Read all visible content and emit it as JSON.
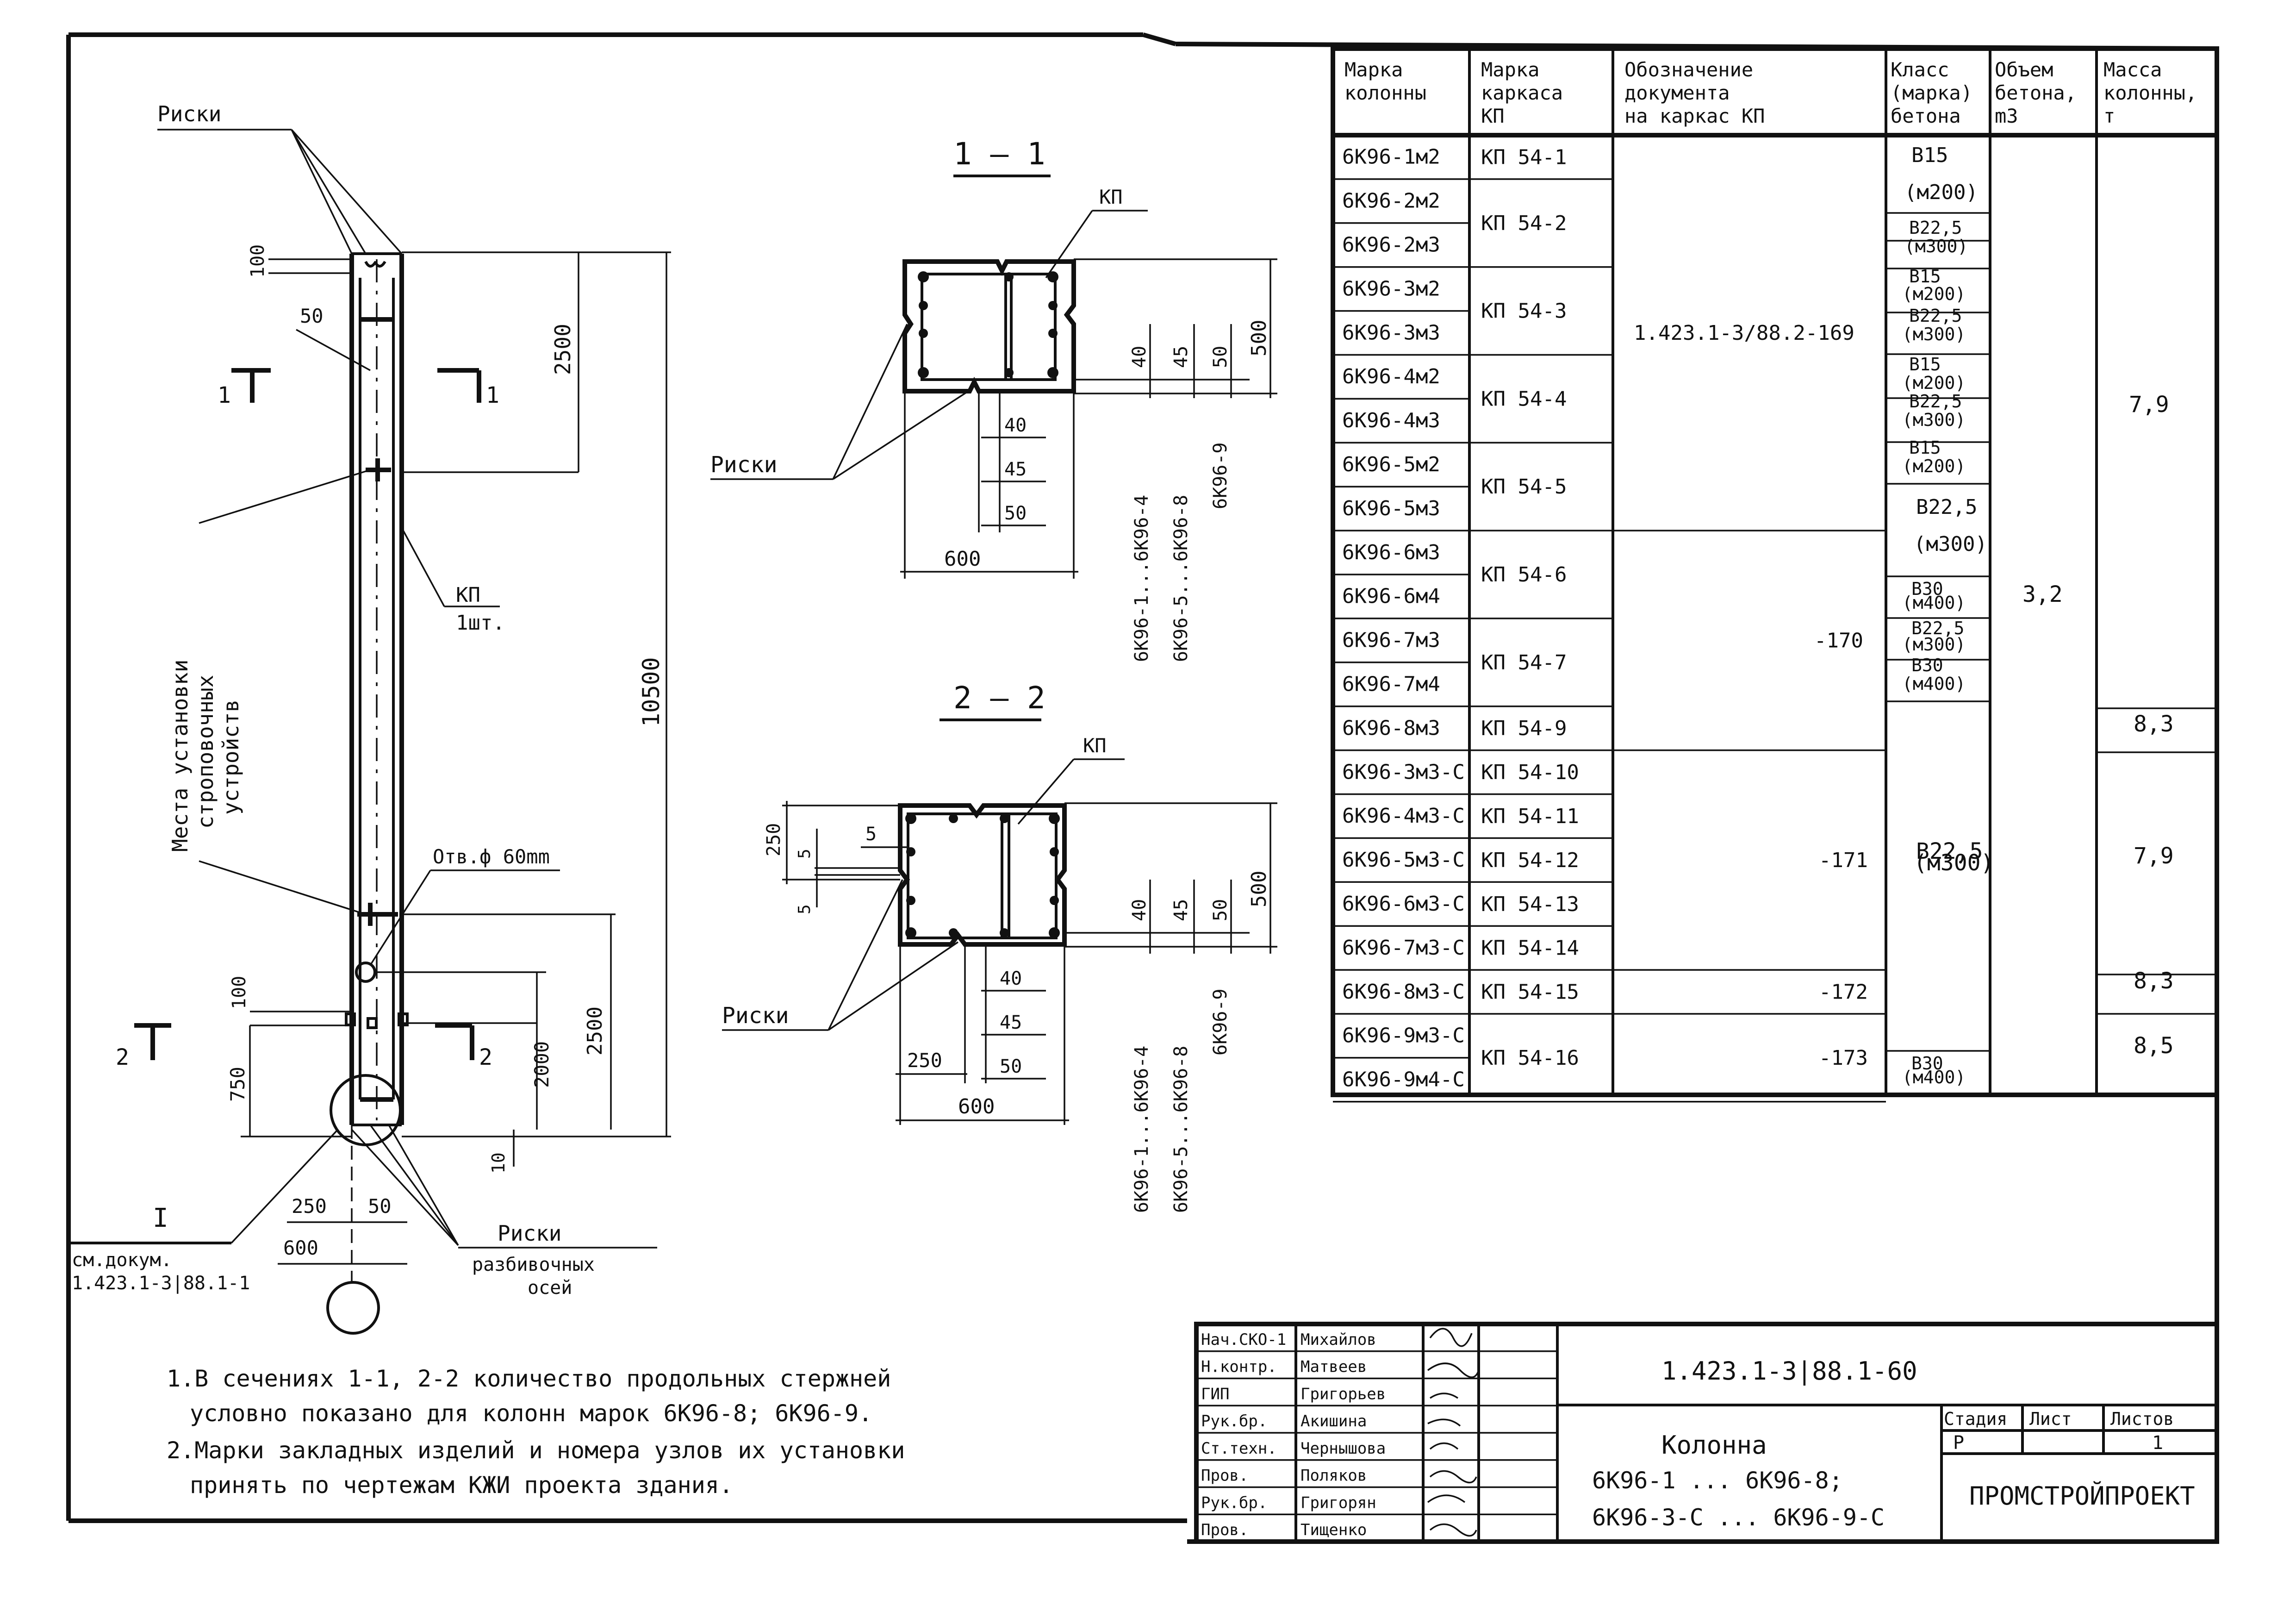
{
  "elevation": {
    "riski_top": "Риски",
    "dim_100_top": "100",
    "dim_50": "50",
    "dim_2500_top": "2500",
    "section_1": "1",
    "kp_label": "КП",
    "kp_qty": "1шт.",
    "dim_10500": "10500",
    "lifting_label": [
      "Места установки",
      "строповочных",
      "устройств"
    ],
    "hole_label": "Отв.ф 60mm",
    "dim_100_bottom": "100",
    "section_2": "2",
    "dim_750": "750",
    "dim_2000": "2000",
    "dim_2500_bottom": "2500",
    "dim_10": "10",
    "dim_250": "250",
    "dim_50_bottom": "50",
    "dim_600": "600",
    "node_mark": "I",
    "node_ref": [
      "см.докум.",
      "1.423.1-3|88.1-1"
    ],
    "riski_axes": [
      "Риски",
      "разбивочных",
      "осей"
    ]
  },
  "section_1_1": {
    "title": "1 – 1",
    "kp": "КП",
    "riski": "Риски",
    "dims_right": [
      "40",
      "45",
      "50",
      "500"
    ],
    "dims_below": [
      "40",
      "45",
      "50"
    ],
    "width": "600",
    "col_labels": [
      "6К96-1...6К96-4",
      "6К96-5...6К96-8",
      "6К96-9"
    ]
  },
  "section_2_2": {
    "title": "2 – 2",
    "kp": "КП",
    "riski": "Риски",
    "dim_250_left": "250",
    "dim_5_top": "5",
    "dim_5_a": "5",
    "dim_5_b": "5",
    "dims_right": [
      "40",
      "45",
      "50",
      "500"
    ],
    "dims_below": [
      "40",
      "45",
      "50"
    ],
    "dim_250_bottom": "250",
    "width": "600",
    "col_labels": [
      "6К96-1...6К96-4",
      "6К96-5...6К96-8",
      "6К96-9"
    ]
  },
  "table": {
    "headers": [
      [
        "Марка",
        "колонны"
      ],
      [
        "Марка",
        "каркаса",
        "КП"
      ],
      [
        "Обозначение",
        "документа",
        "на каркас КП"
      ],
      [
        "Класс",
        "(марка)",
        "бетона"
      ],
      [
        "Объем",
        "бетона,",
        "m3"
      ],
      [
        "Масса",
        "колонны,",
        "т"
      ]
    ],
    "col1": [
      "6К96-1м2",
      "6К96-2м2",
      "6К96-2м3",
      "6К96-3м2",
      "6К96-3м3",
      "6К96-4м2",
      "6К96-4м3",
      "6К96-5м2",
      "6К96-5м3",
      "6К96-6м3",
      "6К96-6м4",
      "6К96-7м3",
      "6К96-7м4",
      "6К96-8м3",
      "6К96-3м3-С",
      "6К96-4м3-С",
      "6К96-5м3-С",
      "6К96-6м3-С",
      "6К96-7м3-С",
      "6К96-8м3-С",
      "6К96-9м3-С",
      "6К96-9м4-С"
    ],
    "col2": [
      "КП 54-1",
      "КП 54-2",
      "КП 54-3",
      "КП 54-4",
      "КП 54-5",
      "КП 54-6",
      "КП 54-7",
      "КП 54-9",
      "КП 54-10",
      "КП 54-11",
      "КП 54-12",
      "КП 54-13",
      "КП 54-14",
      "КП 54-15",
      "КП 54-16"
    ],
    "col3": [
      "1.423.1-3/88.2-169",
      "-170",
      "-171",
      "-172",
      "-173"
    ],
    "col4": [
      "В15",
      "(м200)",
      "В22,5",
      "(м300)",
      "В15",
      "(м200)",
      "В22,5",
      "(м300)",
      "В15",
      "(м200)",
      "В22,5",
      "(м300)",
      "В15",
      "(м200)",
      "В22,5",
      "(м300)",
      "В30",
      "(м400)",
      "В22,5",
      "(м300)",
      "В30",
      "(м400)",
      "В22,5",
      "(м300)",
      "В30",
      "(м400)"
    ],
    "col5": "3,2",
    "col6": [
      "7,9",
      "8,3",
      "7,9",
      "8,3",
      "8,5"
    ]
  },
  "notes": [
    "1.В сечениях 1-1, 2-2 количество продольных стержней",
    "условно показано для колонн марок 6К96-8; 6К96-9.",
    "2.Марки закладных изделий и номера узлов их установки",
    "принять по чертежам КЖИ проекта здания."
  ],
  "title_block": {
    "roles": [
      "Нач.СКО-1",
      "Н.контр.",
      "ГИП",
      "Рук.бр.",
      "Ст.техн.",
      "Пров.",
      "Рук.бр.",
      "Пров."
    ],
    "names": [
      "Михайлов",
      "Матвеев",
      "Григорьев",
      "Акишина",
      "Чернышова",
      "Поляков",
      "Григорян",
      "Тищенко"
    ],
    "doc_code": "1.423.1-3|88.1-60",
    "title": [
      "Колонна",
      "6К96-1 ... 6К96-8;",
      "6К96-3-С ... 6К96-9-С"
    ],
    "stage_header": [
      "Стадия",
      "Лист",
      "Листов"
    ],
    "stage": "Р",
    "sheets": "1",
    "org": "ПРОМСТРОЙПРОЕКТ"
  }
}
